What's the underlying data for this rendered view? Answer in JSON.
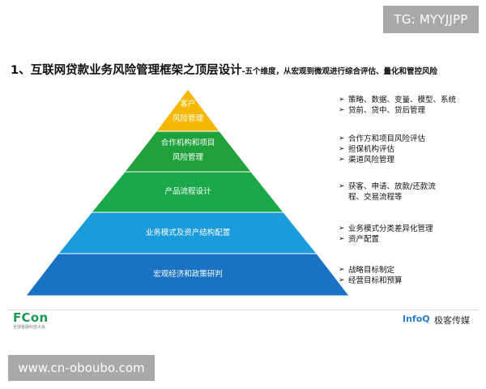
{
  "badge": "TG: MYYJJPP",
  "title": {
    "main": "1、互联网贷款业务风险管理框架之顶层设计",
    "sub": "-五个维度，从宏观到微观进行综合评估、量化和管控风险"
  },
  "pyramid": {
    "colors": [
      "#f5b800",
      "#1fa13c",
      "#1aa84a",
      "#1a9bdc",
      "#1a72c4"
    ],
    "layers": [
      {
        "lines": [
          "客户",
          "风险管理"
        ]
      },
      {
        "lines": [
          "合作机构和项目",
          "风险管理"
        ]
      },
      {
        "lines": [
          "产品流程设计"
        ]
      },
      {
        "lines": [
          "业务模式及资产结构配置"
        ]
      },
      {
        "lines": [
          "宏观经济和政策研判"
        ]
      }
    ]
  },
  "bullets": [
    {
      "items": [
        "策略、数据、变量、模型、系统",
        "贷前、贷中、贷后管理"
      ]
    },
    {
      "items": [
        "合作方和项目风险评估",
        "担保机构评估",
        "渠道风险管理"
      ]
    },
    {
      "items": [
        "获客、申请、放款/还款流",
        "程、交易流程等"
      ]
    },
    {
      "items": [
        "业务模式分类差异化管理",
        "资产配置"
      ]
    },
    {
      "items": [
        "战略目标制定",
        "经营目标和预算"
      ]
    }
  ],
  "footer": {
    "fcon_logo": "FCon",
    "fcon_sub": "全球金融科技大会",
    "infoq_logo": "InfoQ",
    "geek_logo": "极客传媒"
  },
  "watermark_url": "www.cn-oboubo.com"
}
